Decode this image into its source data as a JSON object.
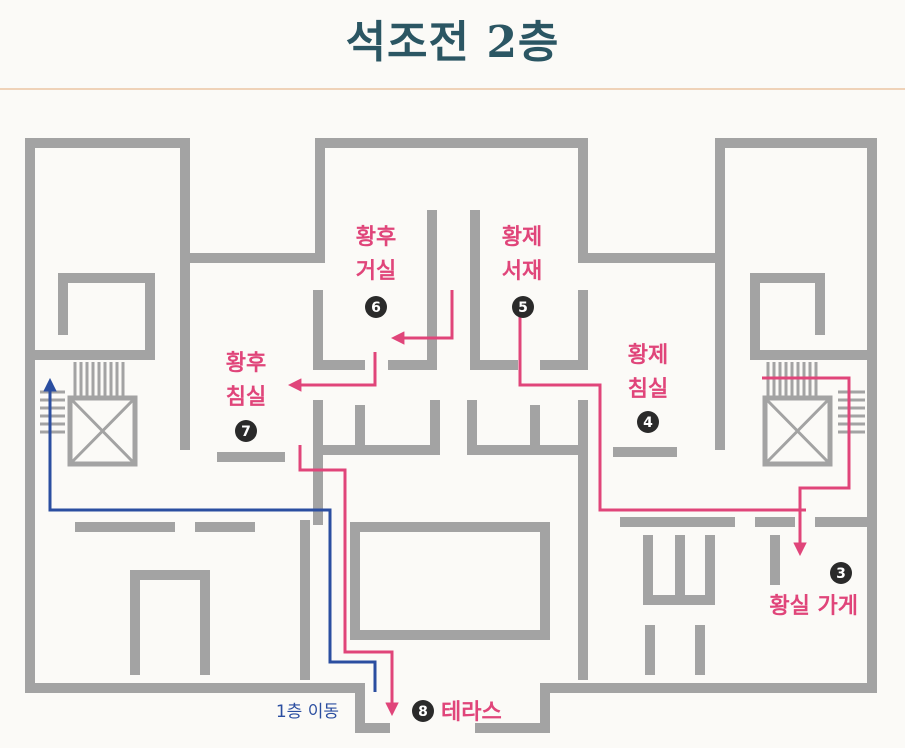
{
  "title": "석조전 2층",
  "rooms": {
    "empress_living": {
      "line1": "황후",
      "line2": "거실",
      "num": "6"
    },
    "emperor_study": {
      "line1": "황제",
      "line2": "서재",
      "num": "5"
    },
    "empress_bed": {
      "line1": "황후",
      "line2": "침실",
      "num": "7"
    },
    "emperor_bed": {
      "line1": "황제",
      "line2": "침실",
      "num": "4"
    },
    "royal_store": {
      "label": "황실 가게",
      "num": "3"
    },
    "terrace": {
      "label": "테라스",
      "num": "8"
    }
  },
  "move_1f": "1층 이동",
  "colors": {
    "wall": "#a3a3a3",
    "route": "#e0457a",
    "exit_route": "#2b4ea0",
    "title": "#2b5663"
  }
}
